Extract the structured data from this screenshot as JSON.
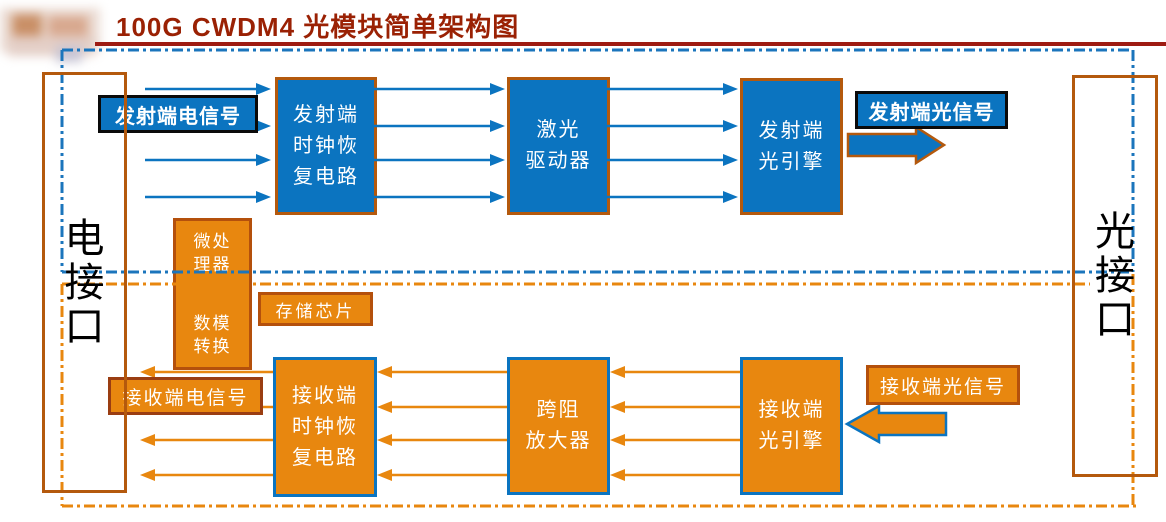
{
  "title": "100G CWDM4 光模块简单架构图",
  "interfaces": {
    "electrical": "电\n接\n口",
    "optical": "光\n接\n口"
  },
  "blocks": {
    "tx_clock_recovery": "发射端\n时钟恢\n复电路",
    "laser_driver": "激光\n驱动器",
    "tx_optical_engine": "发射端\n光引擎",
    "rx_clock_recovery": "接收端\n时钟恢\n复电路",
    "tia": "跨阻\n放大器",
    "rx_optical_engine": "接收端\n光引擎",
    "mcu": "微处\n理器",
    "dac": "数模\n转换",
    "memory_chip": "存储芯片"
  },
  "labels": {
    "tx_electrical": "发射端电信号",
    "tx_optical": "发射端光信号",
    "rx_electrical": "接收端电信号",
    "rx_optical": "接收端光信号"
  },
  "colors": {
    "tx_blue": "#0B74C0",
    "rx_orange": "#E8870F",
    "block_border_brown": "#B4590D",
    "title_red": "#9A2104",
    "rule_red": "#9E1B12",
    "rx_label_border": "#9A3D12"
  }
}
